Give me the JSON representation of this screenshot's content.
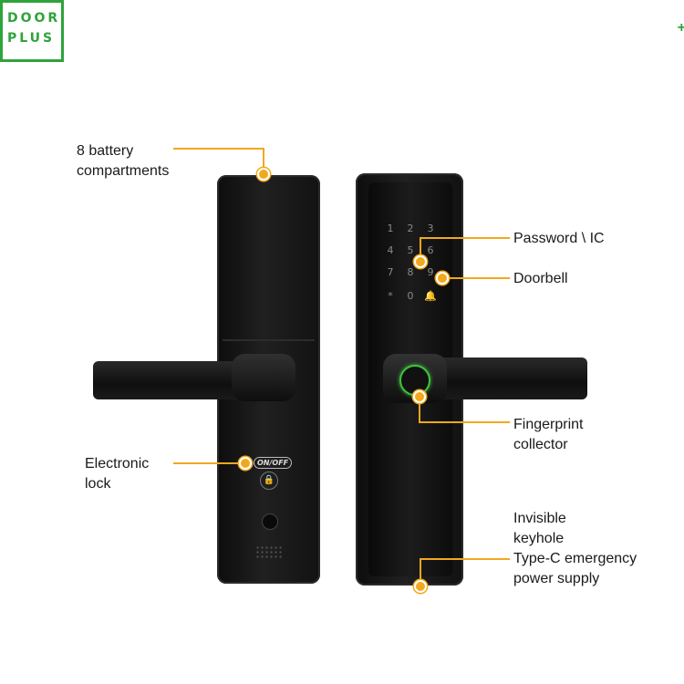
{
  "logo": {
    "line1": "DOOR",
    "line2": "PLUS",
    "plus": "+"
  },
  "labels": {
    "battery": [
      "8 battery",
      "compartments"
    ],
    "password": "Password \\ IC",
    "doorbell": "Doorbell",
    "fingerprint": [
      "Fingerprint",
      "collector"
    ],
    "electronic_lock": [
      "Electronic",
      "lock"
    ],
    "keyhole": [
      "Invisible",
      "keyhole",
      "Type-C emergency",
      "power supply"
    ]
  },
  "keypad": [
    "1",
    "2",
    "3",
    "4",
    "5",
    "6",
    "7",
    "8",
    "9",
    "*",
    "0",
    "🔔"
  ],
  "onoff_label": "ON/OFF",
  "colors": {
    "accent": "#f2a81d",
    "logo_green": "#2fa33b",
    "lock_body": "#151515",
    "fingerprint_ring": "#3ec23e"
  }
}
